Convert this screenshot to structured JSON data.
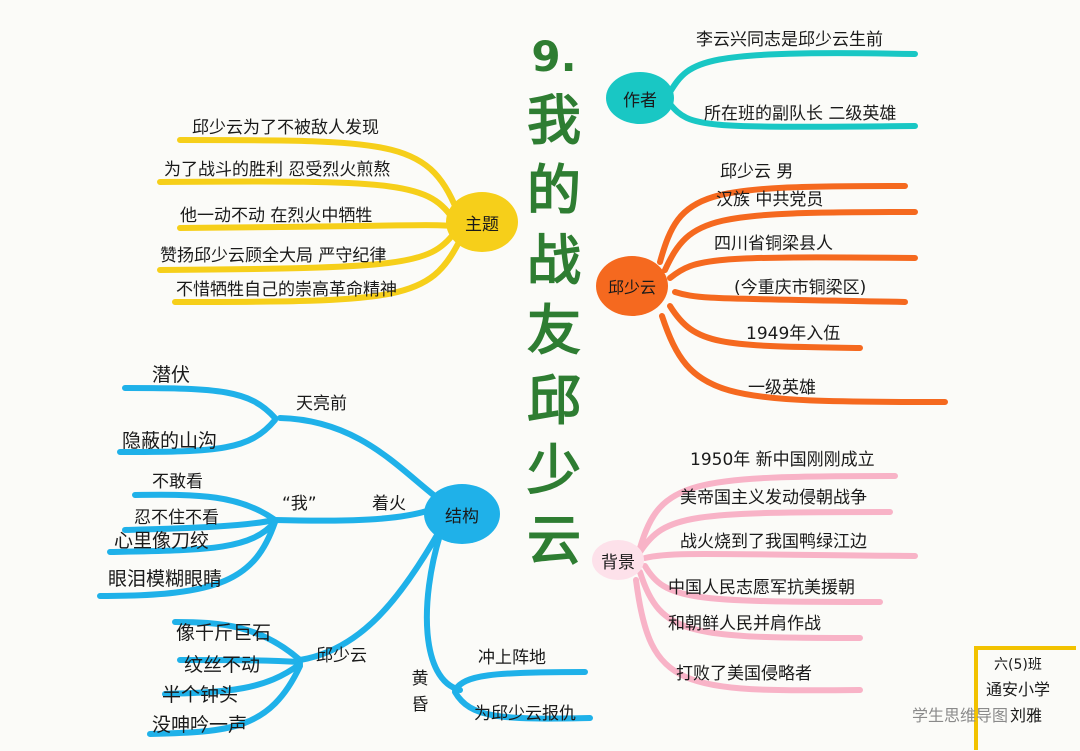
{
  "title": {
    "number": "9.",
    "chars": [
      "我",
      "的",
      "战",
      "友",
      "邱",
      "少",
      "云"
    ]
  },
  "branches": {
    "author": {
      "label": "作者",
      "items": [
        "李云兴同志是邱少云生前",
        "所在班的副队长 二级英雄"
      ]
    },
    "qiu": {
      "label": "邱少云",
      "items": [
        "邱少云 男",
        "汉族 中共党员",
        "四川省铜梁县人",
        "(今重庆市铜梁区)",
        "1949年入伍",
        "一级英雄"
      ]
    },
    "background": {
      "label": "背景",
      "items": [
        "1950年 新中国刚刚成立",
        "美帝国主义发动侵朝战争",
        "战火烧到了我国鸭绿江边",
        "中国人民志愿军抗美援朝",
        "和朝鲜人民并肩作战",
        "打败了美国侵略者"
      ]
    },
    "theme": {
      "label": "主题",
      "items": [
        "邱少云为了不被敌人发现",
        "为了战斗的胜利 忍受烈火煎熬",
        "他一动不动 在烈火中牺牲",
        "赞扬邱少云顾全大局 严守纪律",
        "不惜牺牲自己的崇高革命精神"
      ]
    },
    "structure": {
      "label": "结构",
      "dawn": {
        "label": "天亮前",
        "items": [
          "潜伏",
          "隐蔽的山沟"
        ]
      },
      "fire": {
        "label": "着火",
        "me": {
          "label": "“我”",
          "items": [
            "不敢看",
            "忍不住不看",
            "心里像刀绞",
            "眼泪模糊眼睛"
          ]
        },
        "qiu": {
          "label": "邱少云",
          "items": [
            "像千斤巨石",
            "纹丝不动",
            "半个钟头",
            "没呻吟一声"
          ]
        }
      },
      "dusk": {
        "label": "黄昏",
        "items": [
          "冲上阵地",
          "为邱少云报仇"
        ]
      }
    }
  },
  "signature": {
    "lines": [
      "六(5)班",
      "通安小学",
      "刘雅"
    ]
  },
  "watermark": "学生思维导图",
  "colors": {
    "cyan": "#19c7c4",
    "orange": "#f5691f",
    "pink": "#f8b3c7",
    "yellow": "#f6cf1a",
    "blue": "#1fb1e9",
    "title": "#2e7d32"
  }
}
